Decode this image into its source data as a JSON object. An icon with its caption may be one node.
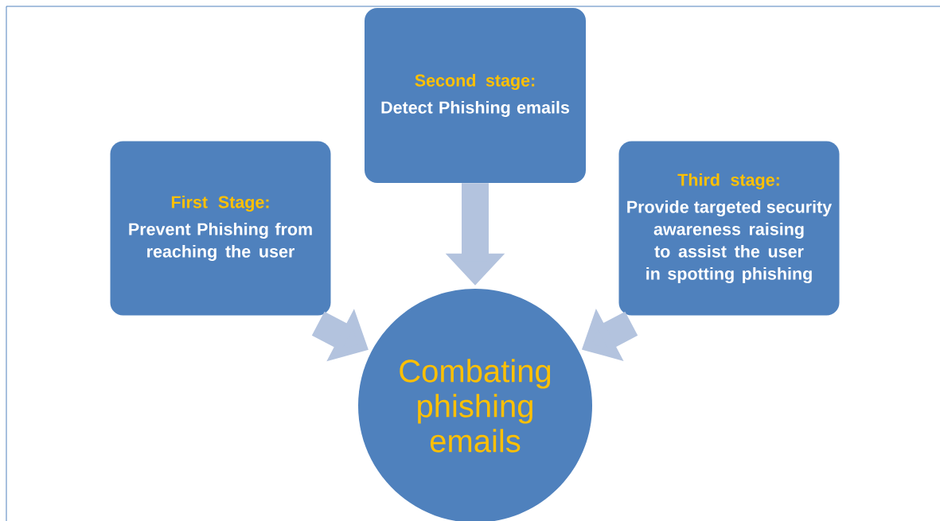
{
  "diagram": {
    "nodes": [
      {
        "text": [
          "First Stage:",
          "Prevent Phishing from reaching the user"
        ]
      },
      {
        "text": [
          "Second stage:",
          "Detect Phishing emails"
        ]
      },
      {
        "text": [
          "Third stage:",
          "Provide targeted security awareness raising to assist the user in spotting phishing"
        ]
      },
      {
        "text": [
          "Combating phishing emails"
        ]
      }
    ],
    "edges": [
      {
        "from": 0,
        "to": 3,
        "arrow": "to"
      },
      {
        "from": 1,
        "to": 3,
        "arrow": "to"
      },
      {
        "from": 2,
        "to": 3,
        "arrow": "to"
      }
    ]
  }
}
